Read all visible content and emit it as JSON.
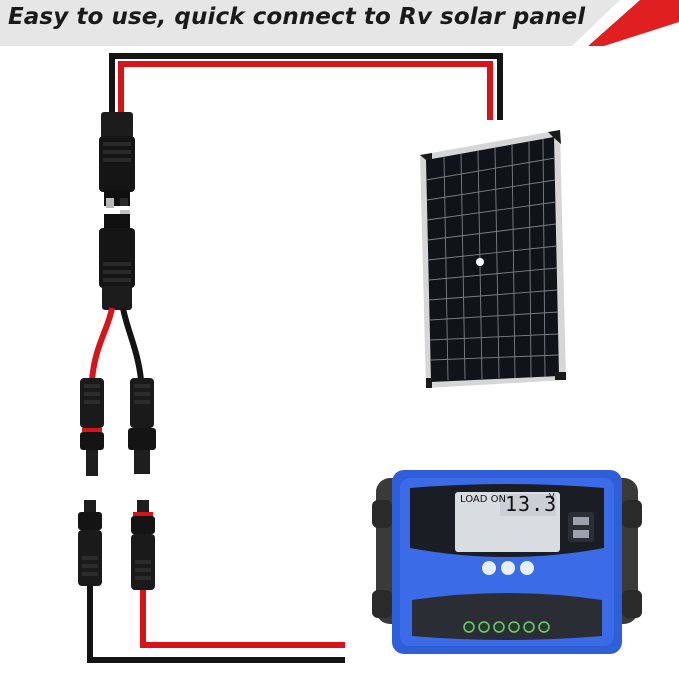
{
  "banner": {
    "text": "Easy to use, quick connect to Rv solar panel"
  },
  "controller": {
    "status": "LOAD ON",
    "voltage": "13.3",
    "unit": "V"
  },
  "colors": {
    "red_wire": "#d81418",
    "black_wire": "#141414",
    "controller_blue": "#2f5fd8",
    "banner_gray": "#e6e6e6"
  }
}
